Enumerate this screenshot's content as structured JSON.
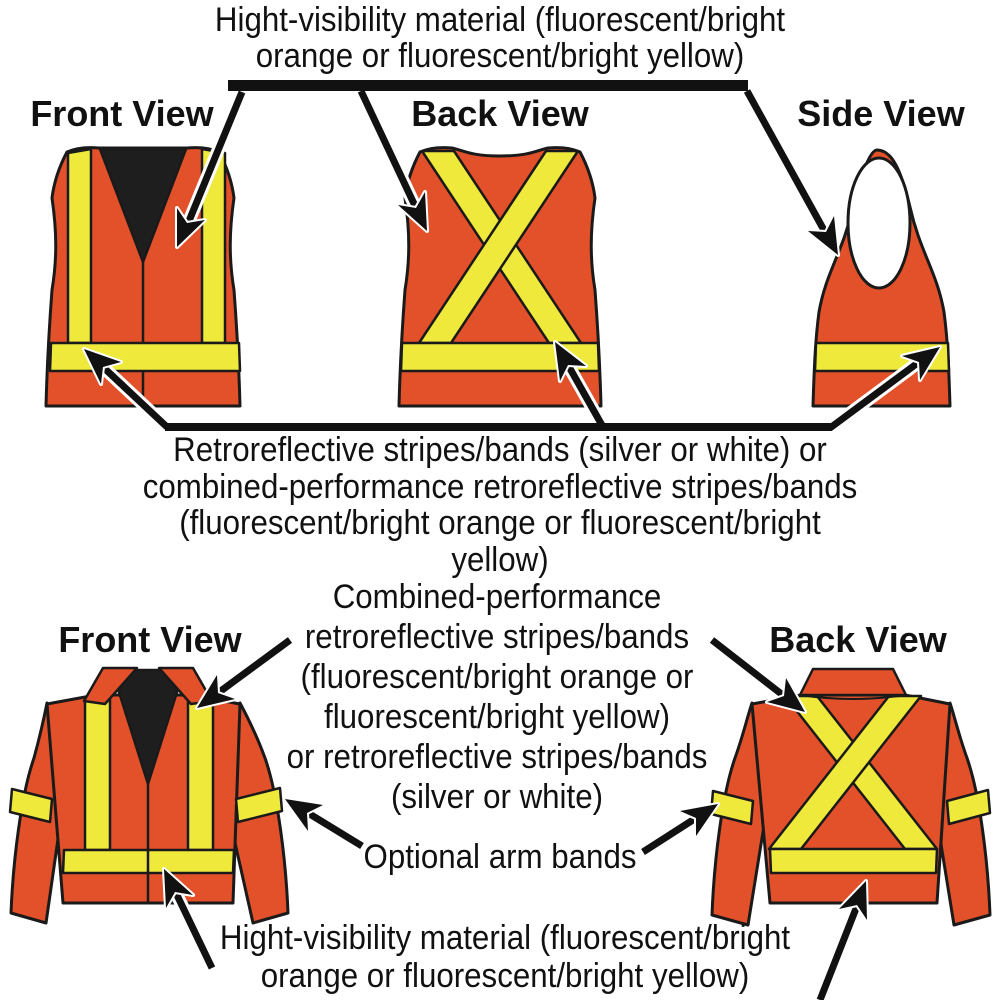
{
  "colors": {
    "vest_orange": "#E2512A",
    "stripe_yellow": "#EFE93C",
    "outline_black": "#1A1A1A",
    "neck_black": "#1E1E1E",
    "arrow_black": "#111111",
    "background_white": "#FFFFFF"
  },
  "top_section": {
    "material_label": {
      "lines": [
        "Hight-visibility material (fluorescent/bright",
        "orange or fluorescent/bright yellow)"
      ]
    },
    "front_view_label": "Front View",
    "back_view_label": "Back View",
    "side_view_label": "Side View",
    "stripes_label": {
      "lines": [
        "Retroreflective stripes/bands (silver or white) or",
        "combined-performance retroreflective stripes/bands",
        "(fluorescent/bright orange or fluorescent/bright yellow)"
      ]
    }
  },
  "bottom_section": {
    "front_view_label": "Front View",
    "back_view_label": "Back View",
    "stripes_label": {
      "lines": [
        "Combined-performance",
        "retroreflective stripes/bands",
        "(fluorescent/bright orange or",
        "fluorescent/bright yellow)",
        "or retroreflective stripes/bands",
        "(silver or white)"
      ]
    },
    "armbands_label": "Optional arm bands",
    "material_label": {
      "lines": [
        "Hight-visibility material (fluorescent/bright",
        "orange or fluorescent/bright yellow)"
      ]
    }
  }
}
